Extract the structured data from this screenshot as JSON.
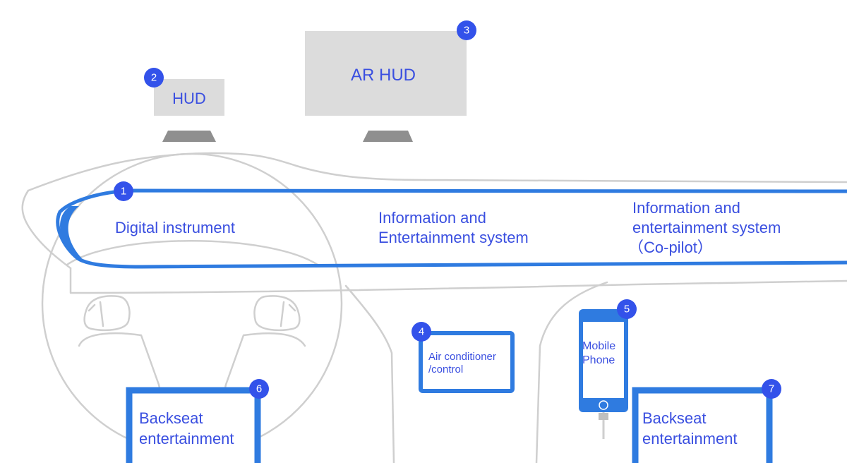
{
  "hud": {
    "label": "HUD",
    "badge": "2"
  },
  "ar_hud": {
    "label": "AR HUD",
    "badge": "3"
  },
  "dashboard": {
    "badge": "1",
    "digital_instrument": "Digital instrument",
    "infotainment": [
      "Information and",
      "Entertainment system"
    ],
    "copilot": [
      "Information and",
      "entertainment system",
      "（Co-pilot）"
    ]
  },
  "air_conditioner": {
    "badge": "4",
    "lines": [
      "Air conditioner",
      "/control"
    ]
  },
  "mobile_phone": {
    "badge": "5",
    "lines": [
      "Mobile",
      "Phone"
    ]
  },
  "backseat_left": {
    "badge": "6",
    "lines": [
      "Backseat",
      "entertainment"
    ]
  },
  "backseat_right": {
    "badge": "7",
    "lines": [
      "Backseat",
      "entertainment"
    ]
  },
  "colors": {
    "accent": "#2f7be0",
    "label": "#3a4fe0",
    "badge": "#3352ea",
    "outline": "#cfcfcf",
    "panel": "#dcdcdc"
  }
}
